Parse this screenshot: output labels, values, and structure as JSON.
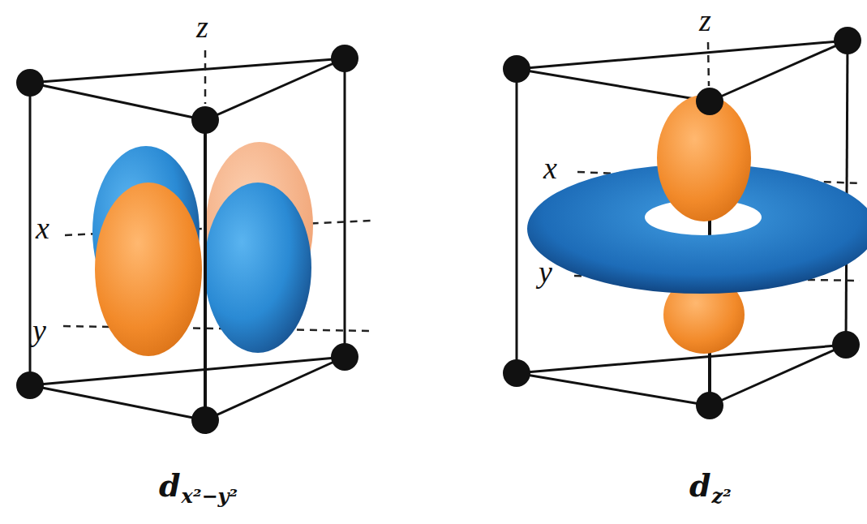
{
  "diagram": {
    "labels": [
      "z",
      "x",
      "y",
      "z",
      "x",
      "y",
      "d",
      "x²−y²",
      "d",
      "z²"
    ]
  }
}
